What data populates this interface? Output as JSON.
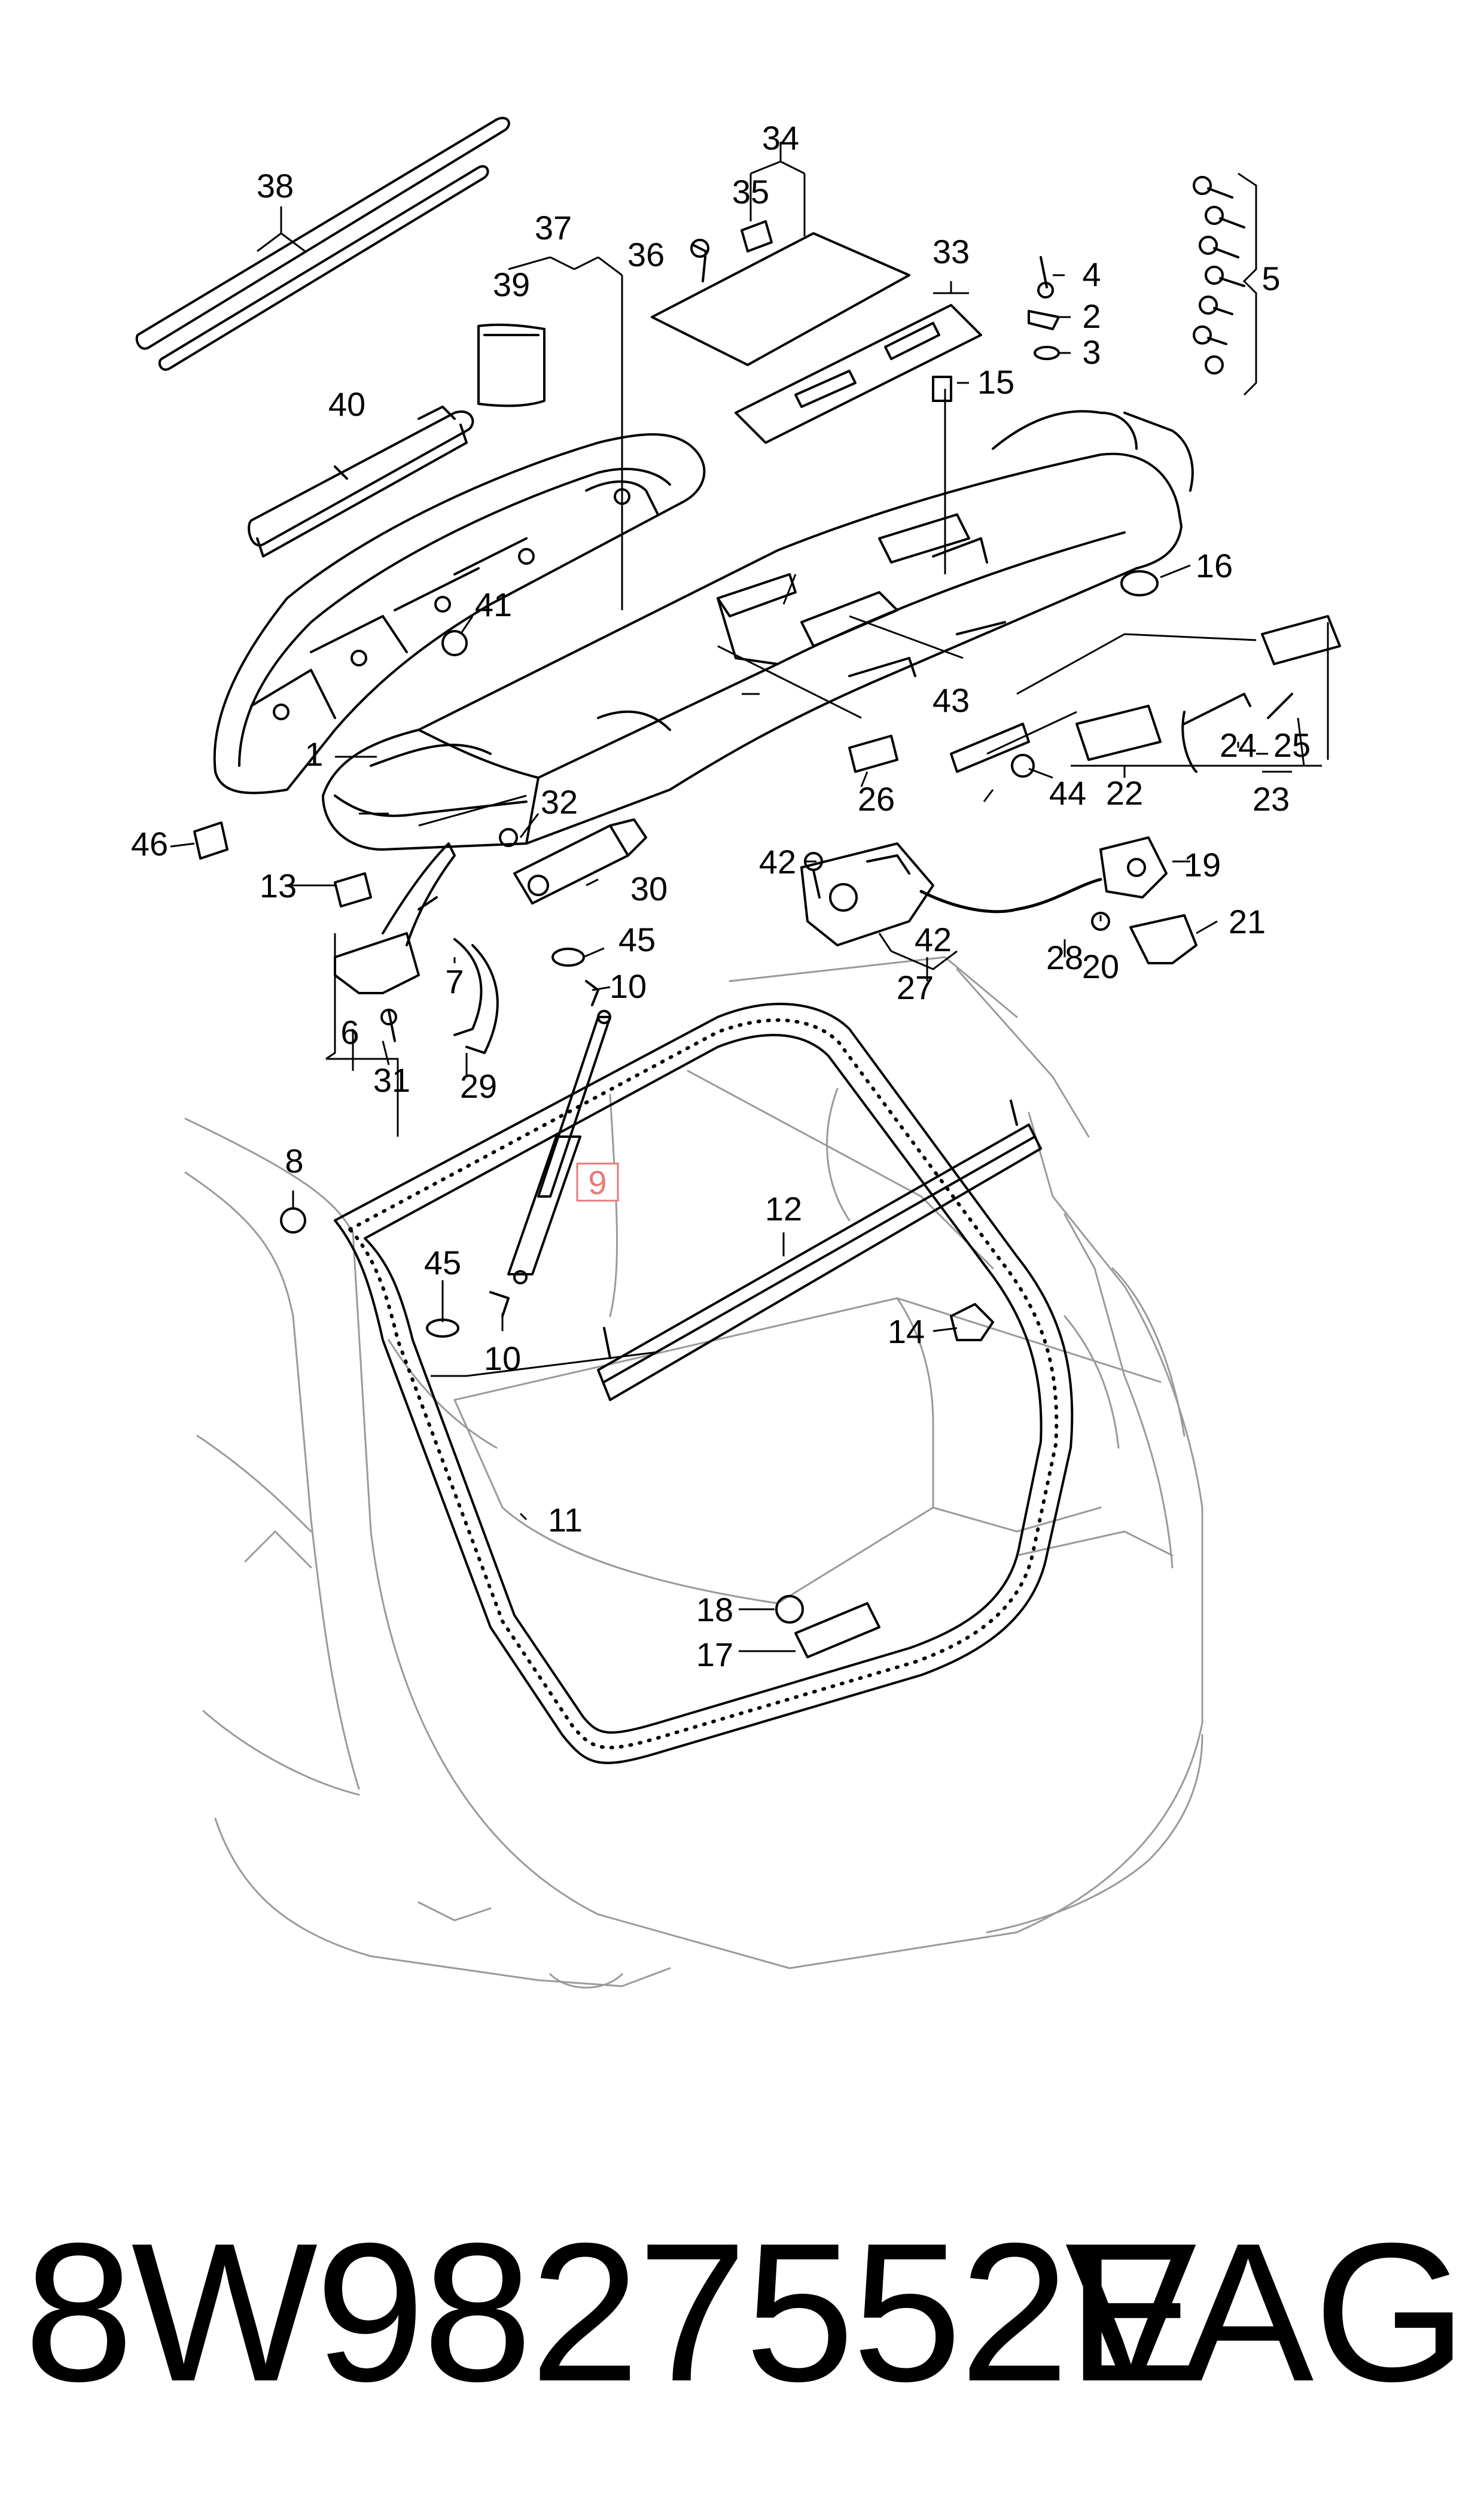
{
  "callouts": [
    {
      "label": "1"
    },
    {
      "label": "2"
    },
    {
      "label": "3"
    },
    {
      "label": "4"
    },
    {
      "label": "5"
    },
    {
      "label": "6"
    },
    {
      "label": "7"
    },
    {
      "label": "8"
    },
    {
      "label": "9"
    },
    {
      "label": "10"
    },
    {
      "label": "10"
    },
    {
      "label": "11"
    },
    {
      "label": "12"
    },
    {
      "label": "13"
    },
    {
      "label": "14"
    },
    {
      "label": "15"
    },
    {
      "label": "16"
    },
    {
      "label": "17"
    },
    {
      "label": "18"
    },
    {
      "label": "19"
    },
    {
      "label": "20"
    },
    {
      "label": "21"
    },
    {
      "label": "22"
    },
    {
      "label": "23"
    },
    {
      "label": "24"
    },
    {
      "label": "25"
    },
    {
      "label": "26"
    },
    {
      "label": "27"
    },
    {
      "label": "28"
    },
    {
      "label": "29"
    },
    {
      "label": "30"
    },
    {
      "label": "31"
    },
    {
      "label": "32"
    },
    {
      "label": "33"
    },
    {
      "label": "34"
    },
    {
      "label": "35"
    },
    {
      "label": "36"
    },
    {
      "label": "37"
    },
    {
      "label": "38"
    },
    {
      "label": "39"
    },
    {
      "label": "40"
    },
    {
      "label": "41"
    },
    {
      "label": "42"
    },
    {
      "label": "42"
    },
    {
      "label": "43"
    },
    {
      "label": "44"
    },
    {
      "label": "45"
    },
    {
      "label": "45"
    },
    {
      "label": "46"
    }
  ],
  "highlight": {
    "label": "9",
    "color": "#e87a7a"
  },
  "footer": {
    "part_number": "8W9827552E",
    "brand": "VAG"
  }
}
